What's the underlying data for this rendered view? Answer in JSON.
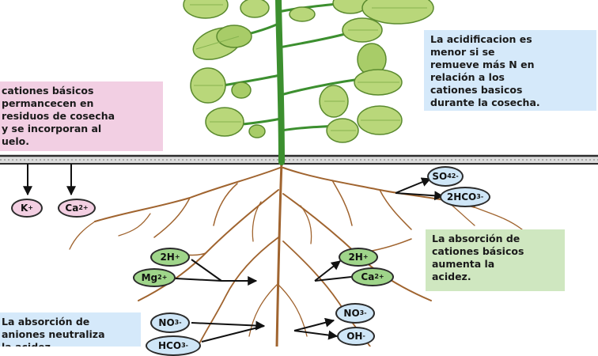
{
  "colors": {
    "soil_line": "#2d2d2d",
    "root": "#a0642f",
    "stem": "#3c8f2f",
    "leaf": "#b9d77a",
    "leaf_dark": "#86b34f",
    "pink_box": "#f2cfe3",
    "blue_box": "#d5e9fa",
    "green_box": "#cfe7c0",
    "ion_pink": "#f3cfe2",
    "ion_blue": "#cfe6f7",
    "ion_green": "#9fd58a"
  },
  "boxes": {
    "residues": "cationes básicos\npermancecen en\nresiduos de cosecha\ny se incorporan al\nuelo.",
    "acidification": "La acidificacion es\nmenor si se\nremueve más N en\nrelación a los\ncationes basicos\ndurante la cosecha.",
    "cation_uptake": "La absorción de\ncationes básicos\naumenta la\nacidez.",
    "anion_uptake": "La absorción de\naniones neutraliza\nla acidez."
  },
  "ions": {
    "k": {
      "base": "K",
      "sup": "+",
      "sub": ""
    },
    "ca_soil": {
      "base": "Ca",
      "sup": "2+",
      "sub": ""
    },
    "so4": {
      "base": "SO",
      "sup": "2-",
      "sub": "4"
    },
    "hco3_top": {
      "base": "2HCO",
      "sup": "-",
      "sub": "3"
    },
    "h_left": {
      "base": "2H",
      "sup": "+",
      "sub": ""
    },
    "mg": {
      "base": "Mg",
      "sup": "2+",
      "sub": ""
    },
    "h_right": {
      "base": "2H",
      "sup": "+",
      "sub": ""
    },
    "ca_right": {
      "base": "Ca",
      "sup": "2+",
      "sub": ""
    },
    "no3_left": {
      "base": "NO",
      "sup": "-",
      "sub": "3"
    },
    "hco3_left": {
      "base": "HCO",
      "sup": "-",
      "sub": "3"
    },
    "no3_right": {
      "base": "NO",
      "sup": "-",
      "sub": "3"
    },
    "oh": {
      "base": "OH",
      "sup": "-",
      "sub": ""
    }
  }
}
